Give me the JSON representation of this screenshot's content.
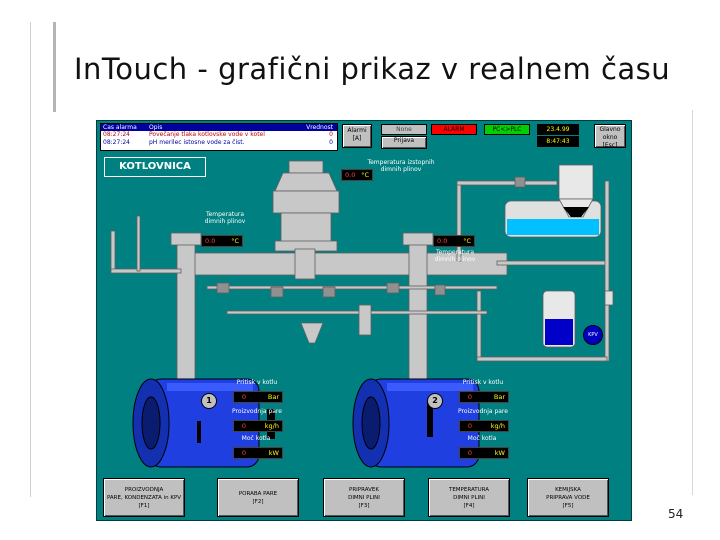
{
  "slide": {
    "title": "InTouch - grafični prikaz v realnem času",
    "page_number": "54"
  },
  "hmi": {
    "alarm_table": {
      "headers": [
        "Čas alarma",
        "Opis",
        "Vrednost"
      ],
      "rows": [
        {
          "time": "08:27:24",
          "text": "Povečanje tlaka kotlovske vode v kotel",
          "value": "0"
        },
        {
          "time": "08:27:24",
          "text": "pH merilec istosne vode za čist.",
          "value": "0"
        }
      ]
    },
    "buttons": {
      "alarm": "Alarmi [A]",
      "none": "None",
      "receive": "Prijava",
      "exit": "Glavno okno [Esc]"
    },
    "status": {
      "alarm": "ALARM",
      "plc": "PC<>PLC",
      "date": "23.4.99",
      "time": "8:47:43"
    },
    "screen_title": "KOTLOVNICA",
    "gauges": {
      "flue_out_label": "Temperatura izstopnih dimnih plinov",
      "flue_out_value": "0.0",
      "flue_left_label": "Temperatura dimnih plinov",
      "flue_left_value": "0.0",
      "flue_right_label": "Temperatura dimnih plinov",
      "flue_right_value": "0.0",
      "unit_c": "°C"
    },
    "kpv_label": "KPV",
    "boilers": [
      {
        "number": "1",
        "pressure_label": "Pritisk v kotlu",
        "pressure_value": "0",
        "pressure_unit": "Bar",
        "steam_label": "Proizvodnja pare",
        "steam_value": "0",
        "steam_unit": "kg/h",
        "power_label": "Moč kotla",
        "power_value": "0",
        "power_unit": "kW"
      },
      {
        "number": "2",
        "pressure_label": "Pritisk v kotlu",
        "pressure_value": "0",
        "pressure_unit": "Bar",
        "steam_label": "Proizvodnja pare",
        "steam_value": "0",
        "steam_unit": "kg/h",
        "power_label": "Moč kotla",
        "power_value": "0",
        "power_unit": "kW"
      }
    ],
    "function_buttons": [
      {
        "line1": "PROIZVODNJA",
        "line2": "PARE, KONDENZATA in KPV",
        "key": "[F1]"
      },
      {
        "line1": "PORABA PARE",
        "line2": "",
        "key": "[F2]"
      },
      {
        "line1": "PRIPRAVEK",
        "line2": "DIMNI PLINI",
        "key": "[F3]"
      },
      {
        "line1": "TEMPERATURA",
        "line2": "DIMNI PLINI",
        "key": "[F4]"
      },
      {
        "line1": "KEMIJSKA",
        "line2": "PRIPRAVA VODE",
        "key": "[F5]"
      }
    ],
    "colors": {
      "background": "#008080",
      "boiler": "#1f3fe0",
      "pipe": "#c8c8c8",
      "value_text": "#ffff00"
    }
  }
}
